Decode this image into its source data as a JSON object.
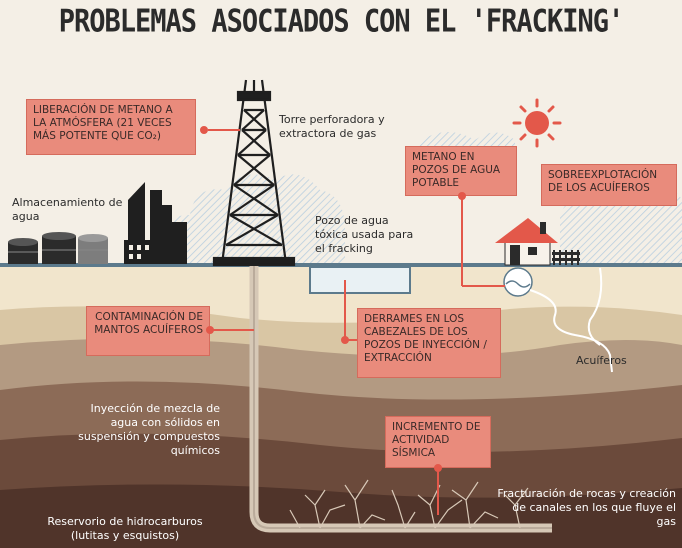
{
  "title": "PROBLEMAS ASOCIADOS CON EL 'FRACKING'",
  "boxes": {
    "methane_release": "LIBERACIÓN DE METANO A LA ATMÓSFERA (21 VECES MÁS POTENTE QUE CO₂)",
    "methane_wells": "METANO EN POZOS DE AGUA POTABLE",
    "overexploitation": "SOBREEXPLOTACIÓN DE LOS ACUÍFEROS",
    "contamination": "CONTAMINACIÓN DE MANTOS ACUÍFEROS",
    "spills": "DERRAMES EN LOS CABEZALES DE LOS POZOS DE INYECCIÓN / EXTRACCIÓN",
    "seismic": "INCREMENTO DE ACTIVIDAD SÍSMICA"
  },
  "labels": {
    "tower": "Torre perforadora y extractora de gas",
    "storage": "Almacenamiento de agua",
    "toxic_pool": "Pozo de agua tóxica usada para el fracking",
    "aquifers": "Acuíferos",
    "injection": "Inyección de mezcla de agua con sólidos en suspensión y compuestos químicos",
    "fracturing": "Fracturación de rocas y creación de canales en los que fluye el gas",
    "reservoir": "Reservorio de hidrocarburos (lutitas y esquistos)"
  },
  "colors": {
    "accent": "#e3584a",
    "box_fill": "#e98b7c",
    "ground_line": "#5c7a8c"
  }
}
